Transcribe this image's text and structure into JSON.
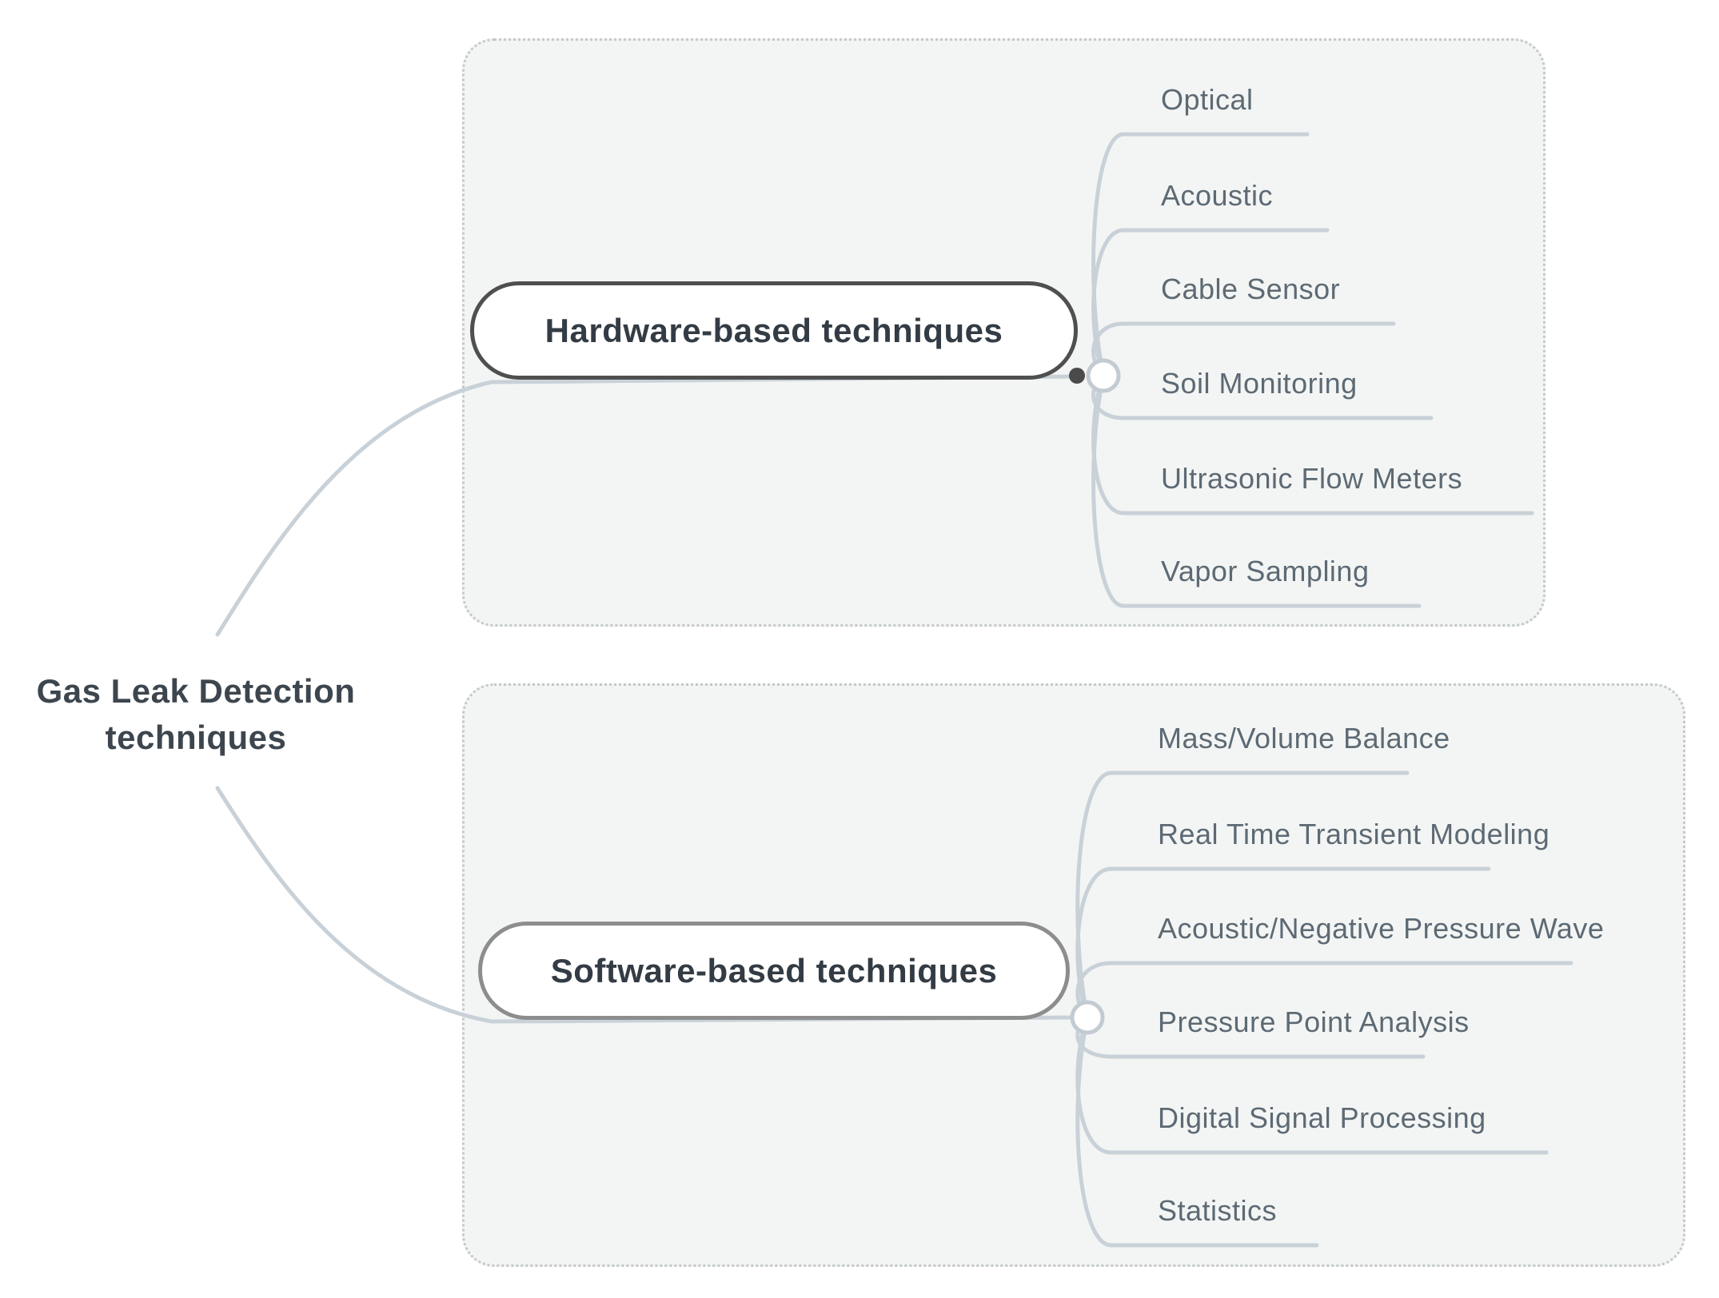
{
  "root": {
    "label": "Gas Leak Detection techniques"
  },
  "branches": [
    {
      "label": "Hardware-based techniques",
      "children": [
        "Optical",
        "Acoustic",
        "Cable Sensor",
        "Soil Monitoring",
        "Ultrasonic Flow Meters",
        "Vapor Sampling"
      ]
    },
    {
      "label": "Software-based techniques",
      "children": [
        "Mass/Volume Balance",
        "Real Time Transient Modeling",
        "Acoustic/Negative Pressure Wave",
        "Pressure Point Analysis",
        "Digital Signal Processing",
        "Statistics"
      ]
    }
  ],
  "colors": {
    "connector_line": "#c9d1d8",
    "hardware_node_border": "#4f4f4f",
    "software_node_border": "#8d8d8d",
    "node_title_text": "#333c44",
    "child_topic_text": "#5d6a74",
    "root_text": "#3d464e",
    "group_background": "#f3f5f4",
    "group_border": "#c5c9c9",
    "connection_dot": "#4b4b4b"
  }
}
